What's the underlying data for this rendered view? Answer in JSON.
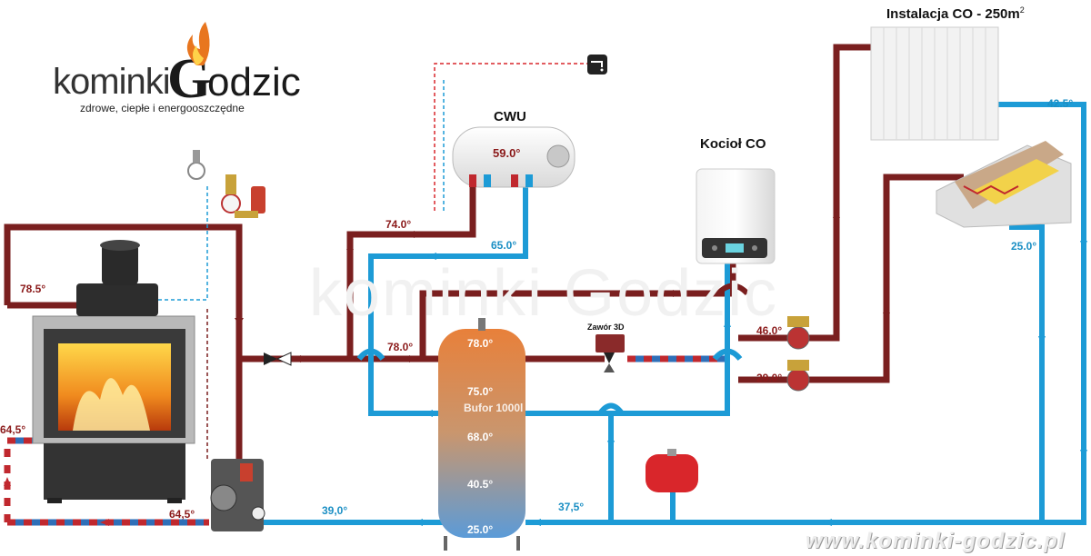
{
  "brand": {
    "logo_left": "kominki",
    "logo_g": "G",
    "logo_right": "odzic",
    "tagline": "zdrowe, ciepłe i energooszczędne",
    "website": "www.kominki-godzic.pl",
    "watermark": "kominki Godzic"
  },
  "titles": {
    "cwu": "CWU",
    "kociol": "Kocioł CO",
    "instalacja": "Instalacja CO - 250m",
    "instalacja_sup": "2",
    "zawor": "Zawór 3D"
  },
  "temperatures": {
    "fireplace_top": "78.5°",
    "fireplace_left": "64,5°",
    "fireplace_bottom": "64,5°",
    "supply_main": "78.0°",
    "cwu_supply": "74.0°",
    "cwu_return": "65.0°",
    "cwu_tank": "59.0°",
    "return_main": "39,0°",
    "return_right": "37,5°",
    "pump_top": "46.0°",
    "pump_bottom": "29.0°",
    "radiator_return": "42.5°",
    "floor_return": "25.0°"
  },
  "buffer": {
    "name": "Bufor 1000l",
    "temps": [
      "78.0°",
      "75.0°",
      "68.0°",
      "40.5°",
      "25.0°"
    ]
  },
  "colors": {
    "hot_pipe": "#7a1f1f",
    "cold_pipe": "#1d9bd6",
    "tank_top": "#e0843a",
    "tank_bottom": "#5a9bd6",
    "label_hot": "#8b1a1a",
    "label_cold": "#1b8fc4"
  }
}
